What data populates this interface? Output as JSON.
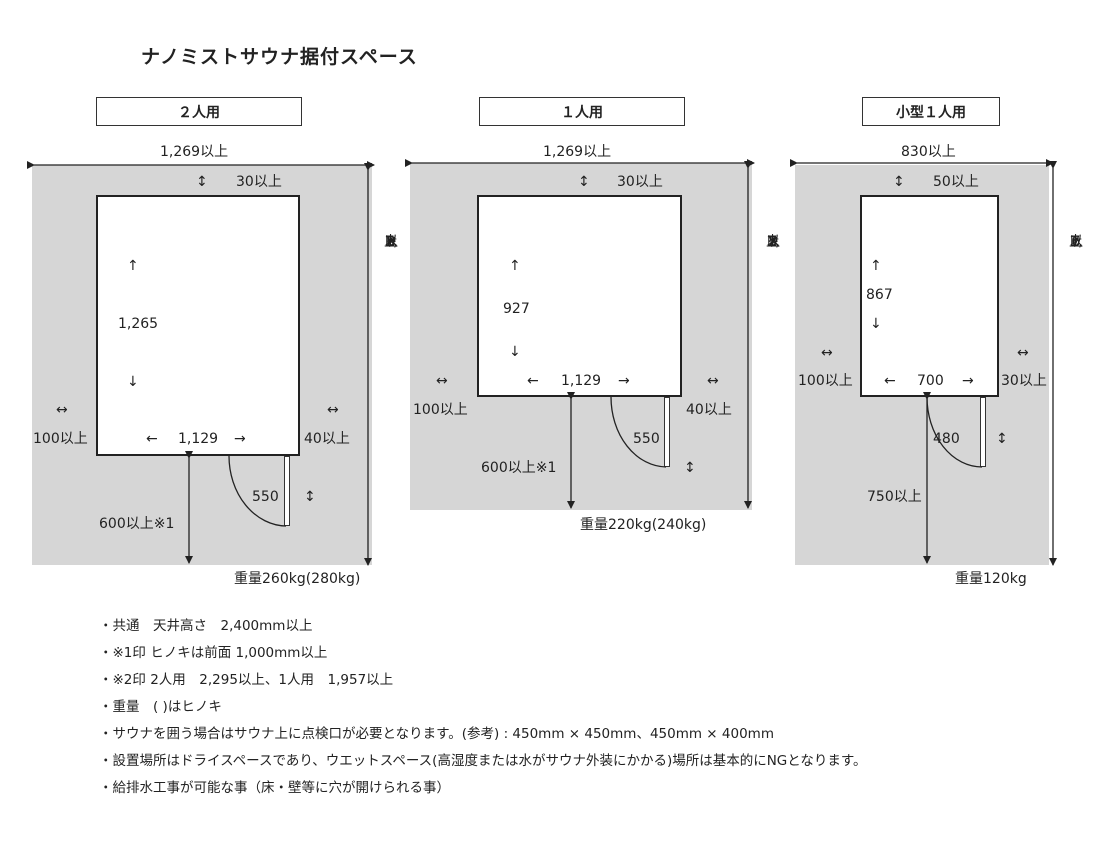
{
  "title": "ナノミストサウナ据付スペース",
  "panels": [
    {
      "label": "２人用",
      "top_width": "1,269以上",
      "top_clearance": "30以上",
      "inner_height": "1,265",
      "inner_width": "1,129",
      "left_clearance": "100以上",
      "right_clearance": "40以上",
      "door": "550",
      "front": "600以上※1",
      "total_height_chars": [
        "1,",
        "8",
        "9",
        "5",
        "以",
        "上",
        "※",
        "2"
      ],
      "weight": "重量260kg(280kg)"
    },
    {
      "label": "１人用",
      "top_width": "1,269以上",
      "top_clearance": "30以上",
      "inner_height": "927",
      "inner_width": "1,129",
      "left_clearance": "100以上",
      "right_clearance": "40以上",
      "door": "550",
      "front": "600以上※1",
      "total_height_chars": [
        "1,",
        "5",
        "5",
        "7",
        "以",
        "上",
        "※",
        "2"
      ],
      "weight": "重量220kg(240kg)"
    },
    {
      "label": "小型１人用",
      "top_width": "830以上",
      "top_clearance": "50以上",
      "inner_height": "867",
      "inner_width": "700",
      "left_clearance": "100以上",
      "right_clearance": "30以上",
      "door": "480",
      "front": "750以上",
      "total_height_chars": [
        "1,",
        "6",
        "6",
        "7",
        "以",
        "上"
      ],
      "weight": "重量120kg"
    }
  ],
  "symbols": {
    "up": "↑",
    "down": "↓",
    "left": "←",
    "right": "→",
    "ud": "↕",
    "lr": "↔"
  },
  "notes": [
    "・共通　天井高さ　2,400mm以上",
    "・※1印 ヒノキは前面 1,000mm以上",
    "・※2印 2人用　2,295以上、1人用　1,957以上",
    "・重量　( )はヒノキ",
    "・サウナを囲う場合はサウナ上に点検口が必要となります。(参考) : 450mm × 450mm、450mm × 400mm",
    "・設置場所はドライスペースであり、ウエットスペース(高湿度または水がサウナ外装にかかる)場所は基本的にNGとなります。",
    "・給排水工事が可能な事（床・壁等に穴が開けられる事）"
  ]
}
